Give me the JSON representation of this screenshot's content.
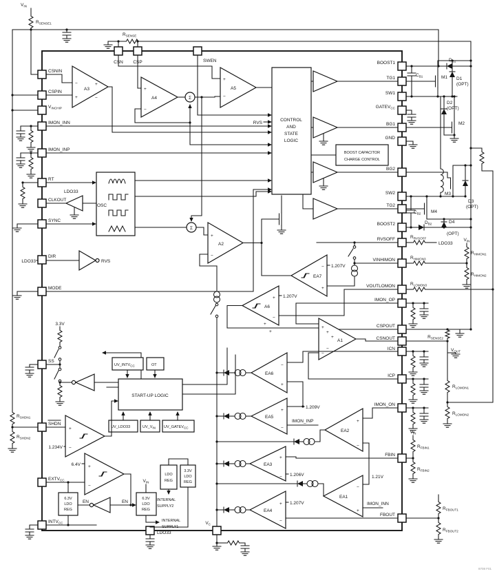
{
  "sym": {
    "p": "+",
    "m": "−",
    "sigma": "Σ"
  },
  "fig": "8708 F01",
  "pins": {
    "csnin": "CSNIN",
    "cspin": "CSPIN",
    "vinchip": {
      "t": "V",
      "s": "INCHIP"
    },
    "imon_inn": "IMON_INN",
    "imon_inp": "IMON_INP",
    "rt": "RT",
    "clkout": "CLKOUT",
    "sync": "SYNC",
    "dir": "DIR",
    "mode": "MODE",
    "ss": "SS",
    "shdn": "SHDN",
    "extvcc": {
      "t": "EXTV",
      "s": "CC"
    },
    "intvcc": {
      "t": "INTV",
      "s": "CC"
    },
    "csn": "CSN",
    "csp": "CSP",
    "swen": "SWEN",
    "boost1": "BOOST1",
    "tg1": "TG1",
    "sw1": "SW1",
    "gatevcc": {
      "t": "GATEV",
      "s": "CC"
    },
    "bg1": "BG1",
    "gnd": "GND",
    "bg2": "BG2",
    "sw2": "SW2",
    "tg2": "TG2",
    "boost2": "BOOST2",
    "rvsoff": "RVSOFF",
    "vinhimon": "VINHIMON",
    "voutlomon": "VOUTLOMON",
    "imon_op": "IMON_OP",
    "cspout": "CSPOUT",
    "csnout": "CSNOUT",
    "icn": "ICN",
    "icp": "ICP",
    "imon_on": "IMON_ON",
    "fbin": "FBIN",
    "fbout": "FBOUT",
    "ldo33": "LDO33",
    "vc": {
      "t": "V",
      "s": "C"
    }
  },
  "ext": {
    "vin_top": {
      "t": "V",
      "s": "IN"
    },
    "rsense1": {
      "t": "R",
      "s": "SENSE1"
    },
    "rsense": {
      "t": "R",
      "s": "SENSE"
    },
    "db1": {
      "t": "D",
      "s": "B1"
    },
    "cb1": {
      "t": "C",
      "s": "B1"
    },
    "m1": "M1",
    "d1": "D1",
    "d1opt": "(OPT)",
    "d2": "D2",
    "d2opt": "(OPT)",
    "m2": "M2",
    "m3": "M3",
    "d3": "D3",
    "d3opt": "(OPT)",
    "m4": "M4",
    "d4": "D4",
    "d4opt": "(OPT)",
    "cb2": {
      "t": "C",
      "s": "B2"
    },
    "db2": {
      "t": "D",
      "s": "B2"
    },
    "rrvsoff": {
      "t": "R",
      "s": "RVSOFF"
    },
    "ldo33_rvs": "LDO33",
    "vin_himon": {
      "t": "V",
      "s": "IN"
    },
    "rhimon1": {
      "t": "R",
      "s": "HIMON1"
    },
    "rhimon2": {
      "t": "R",
      "s": "HIMON2"
    },
    "rhimon3": {
      "t": "R",
      "s": "HIMON3"
    },
    "rlomon3": {
      "t": "R",
      "s": "LOMON3"
    },
    "rsense2": {
      "t": "R",
      "s": "SENSE2"
    },
    "vout": {
      "t": "V",
      "s": "OUT"
    },
    "rlomon1": {
      "t": "R",
      "s": "LOMON1"
    },
    "rlomon2": {
      "t": "R",
      "s": "LOMON2"
    },
    "vin_fbin": {
      "t": "V",
      "s": "IN"
    },
    "rfbin1": {
      "t": "R",
      "s": "FBIN1"
    },
    "rfbin2": {
      "t": "R",
      "s": "FBIN2"
    },
    "rfbout1": {
      "t": "R",
      "s": "FBOUT1"
    },
    "rfbout2": {
      "t": "R",
      "s": "FBOUT2"
    },
    "rshdn1": {
      "t": "R",
      "s": "SHDN1"
    },
    "rshdn2": {
      "t": "R",
      "s": "SHDN2"
    }
  },
  "blocks": {
    "ctl": [
      "CONTROL",
      "AND",
      "STATE",
      "LOGIC"
    ],
    "boost": [
      "BOOST CAPACITOR",
      "CHARGE CONTROL"
    ],
    "osc": "OSC",
    "startup": "START-UP LOGIC",
    "uv_intvcc": {
      "t": "UV_INTV",
      "s": "CC"
    },
    "ot": "OT",
    "uv_ldo33": "UV_LDO33",
    "uv_vin": {
      "t": "UV_V",
      "s": "IN"
    },
    "uv_gatevcc": {
      "t": "UV_GATEV",
      "s": "CC"
    },
    "ldo_left": [
      "6.3V",
      "LDO",
      "REG"
    ],
    "ldo_right": [
      "6.3V",
      "LDO",
      "REG"
    ],
    "ldo_reg": [
      "LDO",
      "REG"
    ],
    "ldo_33": [
      "3.3V",
      "LDO",
      "REG"
    ],
    "supply1": [
      "INTERNAL",
      "SUPPLY1"
    ],
    "supply2": [
      "INTERNAL",
      "SUPPLY2"
    ],
    "vin_ldo": {
      "t": "V",
      "s": "IN"
    }
  },
  "amps": {
    "a1": "A1",
    "a2": "A2",
    "a3": "A3",
    "a4": "A4",
    "a5": "A5",
    "a6": "A6",
    "ea1": "EA1",
    "ea2": "EA2",
    "ea3": "EA3",
    "ea4": "EA4",
    "ea5": "EA5",
    "ea6": "EA6",
    "ea7": "EA7"
  },
  "refs": {
    "v1207": "1.207V",
    "v1209": "1.209V",
    "v1205": "1.206V",
    "v121": "1.21V",
    "v1234": "1.234V",
    "v64": "6.4V",
    "v33": "3.3V"
  },
  "net": {
    "rvs_ctl": "RVS",
    "rvs_dir": "RVS",
    "ldo33_clk": "LDO33",
    "ldo33_dir": "LDO33",
    "imon_inp": "IMON_INP",
    "imon_inn": "IMON_INN",
    "en_l": "EN",
    "en_r": "EN"
  }
}
